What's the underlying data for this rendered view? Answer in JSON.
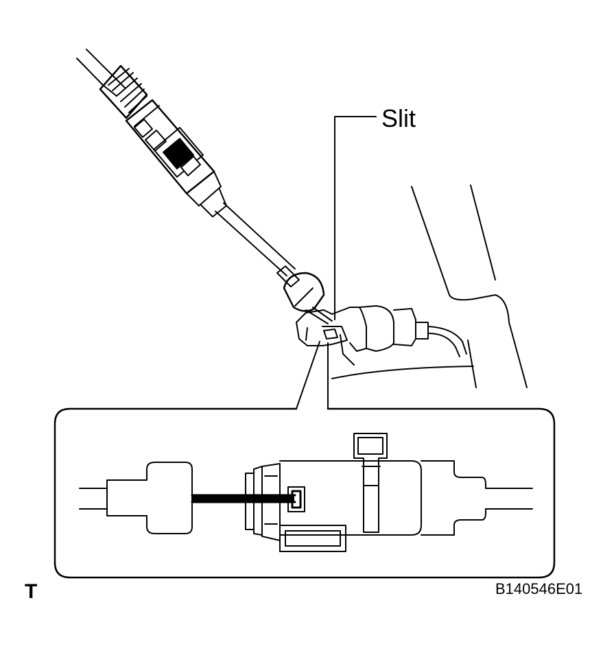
{
  "labels": {
    "slit": "Slit",
    "corner_mark": "T",
    "figure_code": "B140546E01"
  },
  "colors": {
    "line": "#000000",
    "background": "#ffffff"
  }
}
